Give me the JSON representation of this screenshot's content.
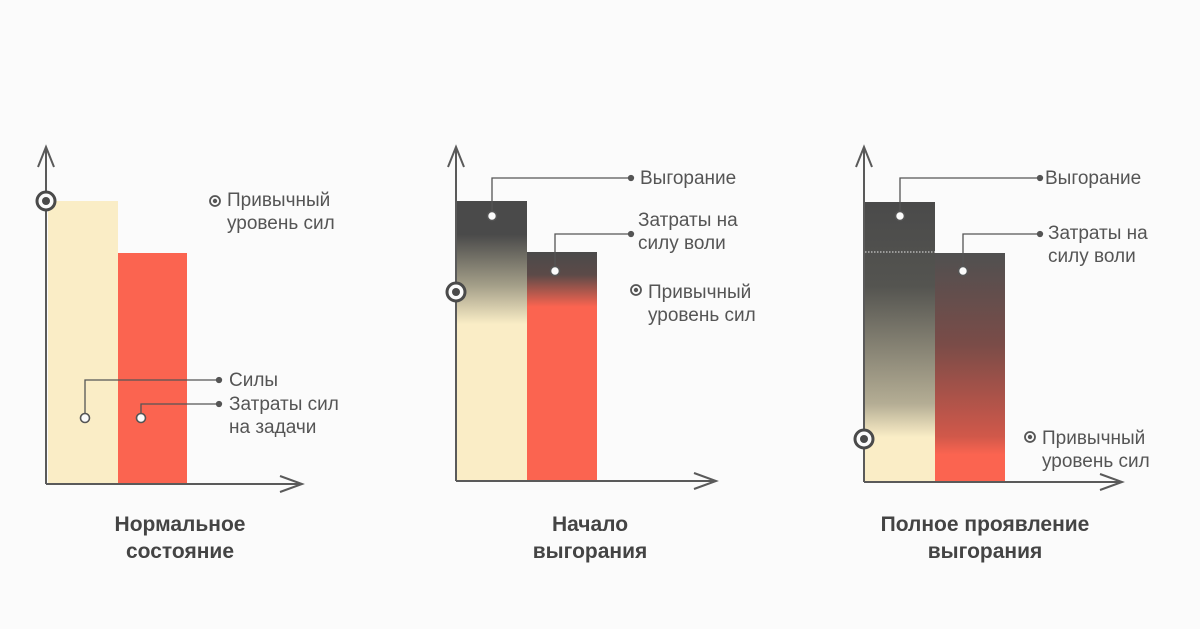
{
  "panels": [
    {
      "title": "Нормальное\nсостояние",
      "labels": {
        "habitual": "Привычный\nуровень сил",
        "strength": "Силы",
        "task_cost": "Затраты сил\nна задачи"
      }
    },
    {
      "title": "Начало\nвыгорания",
      "labels": {
        "burnout": "Выгорание",
        "willpower": "Затраты на\nсилу воли",
        "habitual": "Привычный\nуровень сил"
      }
    },
    {
      "title": "Полное проявление\nвыгорания",
      "labels": {
        "burnout": "Выгорание",
        "willpower": "Затраты на\nсилу воли",
        "habitual": "Привычный\nуровень сил"
      }
    }
  ],
  "colors": {
    "strength": "#faedc6",
    "task_cost": "#fb6450",
    "burnout": "#4a4a4a",
    "axis": "#5a5a5a",
    "text": "#555555"
  }
}
